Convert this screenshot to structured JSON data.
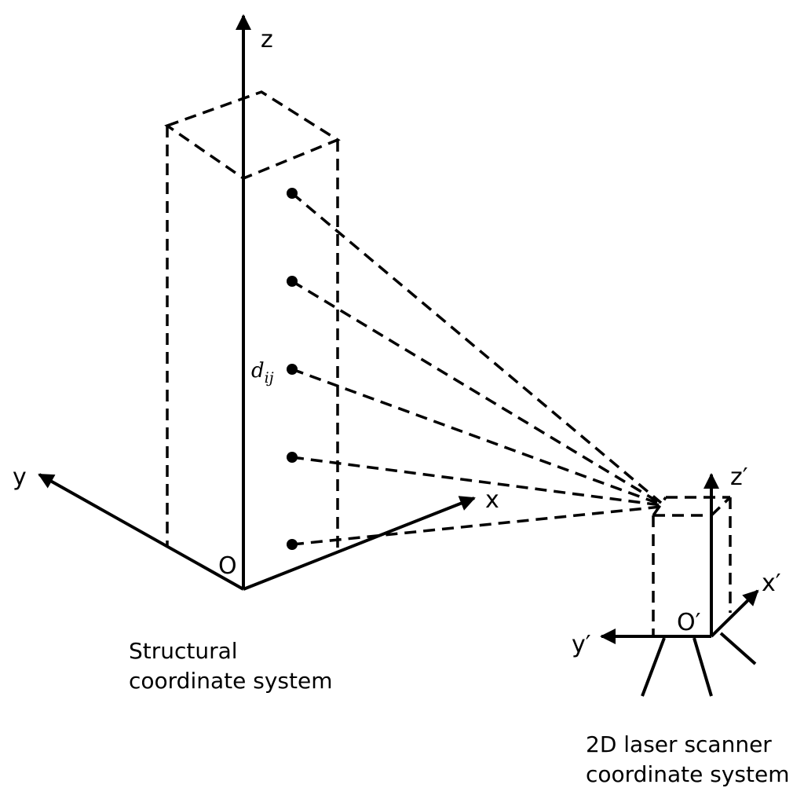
{
  "structural": {
    "axis_z": "z",
    "axis_x": "x",
    "axis_y": "y",
    "origin": "O",
    "point_label_main": "d",
    "point_label_sub": "ij",
    "caption_line1": "Structural",
    "caption_line2": "coordinate system"
  },
  "scanner": {
    "axis_z": "z′",
    "axis_x": "x′",
    "axis_y": "y′",
    "origin": "O′",
    "caption_line1": "2D laser scanner",
    "caption_line2": "coordinate system"
  },
  "colors": {
    "stroke": "#000000",
    "background": "#ffffff"
  }
}
